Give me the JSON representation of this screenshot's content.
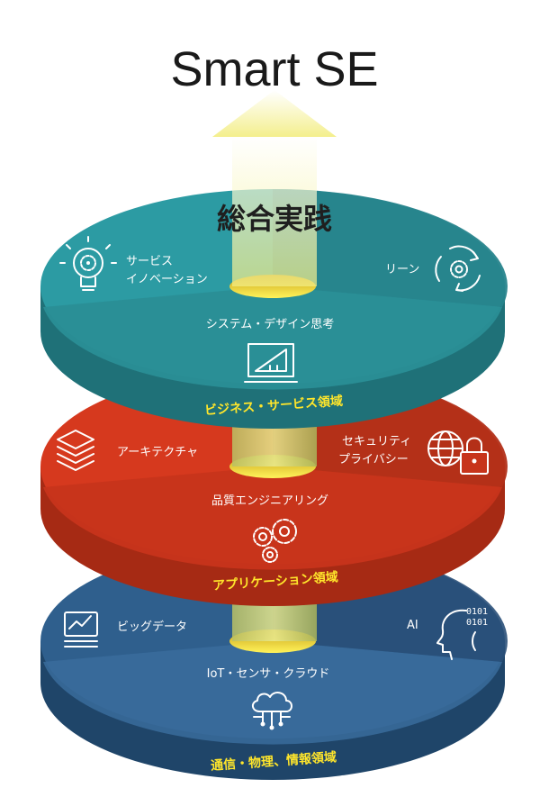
{
  "title": "Smart SE",
  "top_label": "総合実践",
  "colors": {
    "business": "#2c9ba3",
    "application": "#d6391e",
    "communication": "#2f5f8d",
    "arrow": "#f6f29a",
    "domain_text": "#ffe62b"
  },
  "layers": [
    {
      "id": "business",
      "domain_label": "ビジネス・サービス領域",
      "items": [
        {
          "label": "サービス",
          "label2": "イノベーション",
          "icon": "lightbulb-gear-icon"
        },
        {
          "label": "リーン",
          "icon": "cycle-gear-icon"
        },
        {
          "label": "システム・デザイン思考",
          "icon": "blueprint-ruler-icon"
        }
      ]
    },
    {
      "id": "application",
      "domain_label": "アプリケーション領域",
      "items": [
        {
          "label": "アーキテクチャ",
          "icon": "layers-stack-icon"
        },
        {
          "label": "セキュリティ",
          "label2": "プライバシー",
          "icon": "globe-lock-icon"
        },
        {
          "label": "品質エンジニアリング",
          "icon": "gears-icon"
        }
      ]
    },
    {
      "id": "communication",
      "domain_label": "通信・物理、情報領域",
      "items": [
        {
          "label": "ビッグデータ",
          "icon": "monitor-chart-icon"
        },
        {
          "label": "AI",
          "icon": "ai-head-binary-icon"
        },
        {
          "label": "IoT・センサ・クラウド",
          "icon": "cloud-network-icon"
        }
      ]
    }
  ]
}
